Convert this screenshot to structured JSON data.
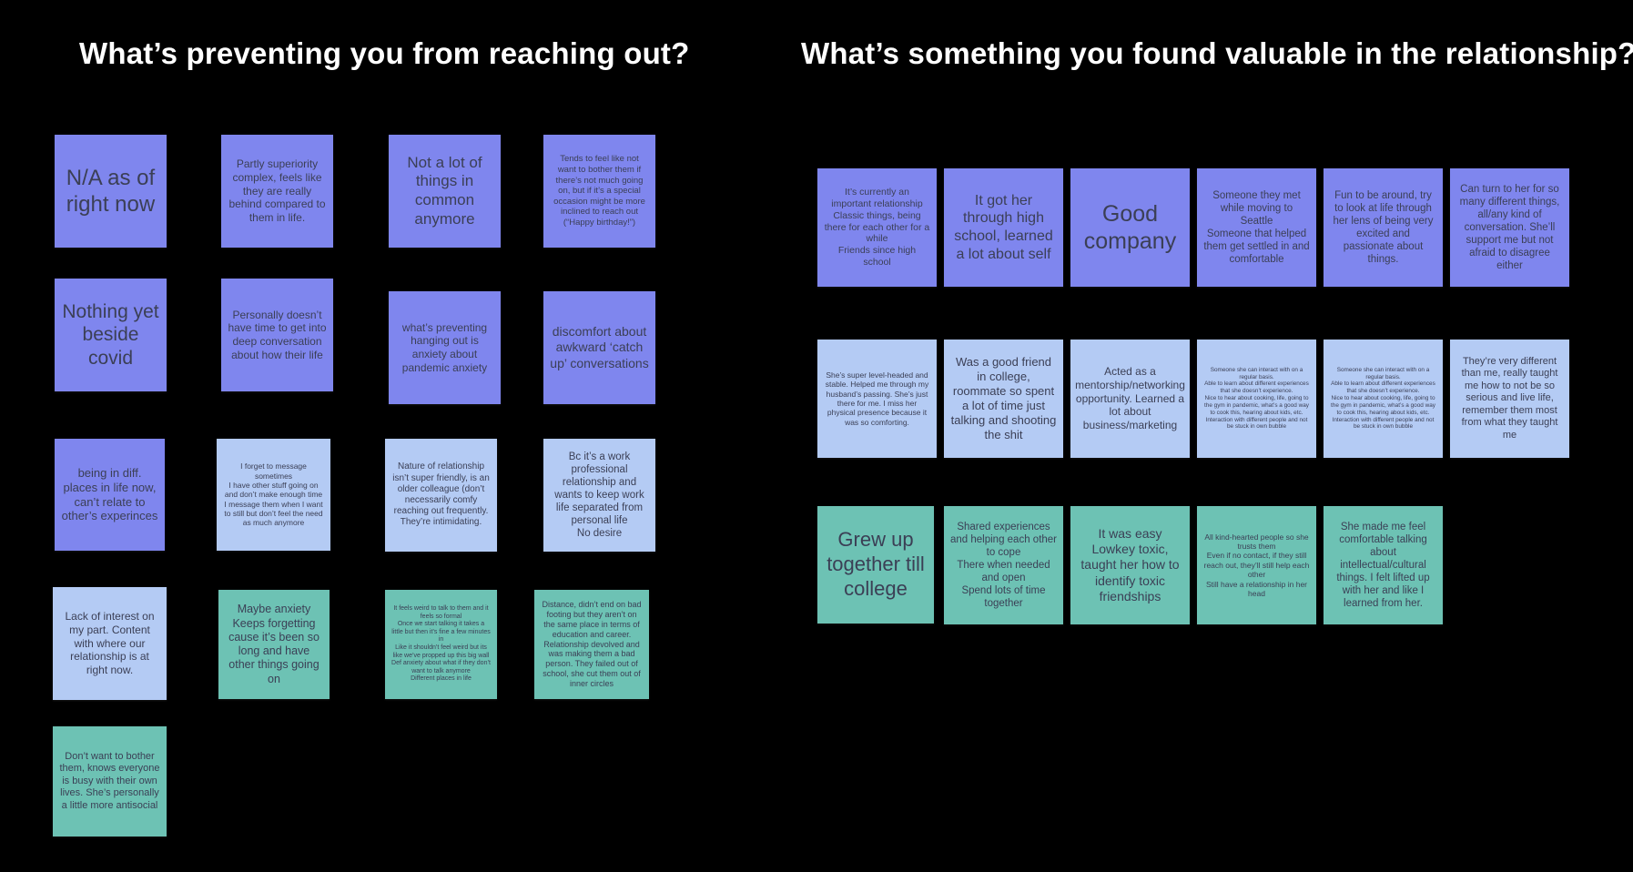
{
  "boards": [
    {
      "title": "What’s preventing you from reaching out?",
      "notes": [
        "N/A as of right now",
        "Partly superiority complex, feels like they are really behind compared to them in life.",
        "Not a lot of things in common anymore",
        "Tends to feel like not want to bother them if there’s not much going on, but if it’s a special occasion might be more inclined to reach out (“Happy birthday!”)",
        "Nothing yet beside covid",
        "Personally doesn’t have time to get into deep conversation about how their life",
        "what’s preventing hanging out is anxiety about pandemic anxiety",
        "discomfort about awkward ‘catch up’ conversations",
        "being in diff. places in life now, can’t relate to other’s experinces",
        "I forget to message sometimes\nI have other stuff going on and don’t make enough time\nI message them when I want to still but don’t feel the need as much anymore",
        "Nature of relationship isn’t super friendly, is an older colleague (don’t necessarily comfy reaching out frequently. They’re intimidating.",
        "Bc it’s a work professional relationship and wants to keep work life separated from personal life\nNo desire",
        "Lack of interest on my part. Content with where our relationship is at right now.",
        "Maybe anxiety\nKeeps forgetting cause it’s been so long and have other things going on",
        "It feels weird to talk to them and it feels so formal\nOnce we start talking it takes a little but then it’s fine a few minutes in\nLike it shouldn’t feel weird but its like we’ve propped up this big wall\nDef anxiety about what if they don’t want to talk anymore\nDifferent places in life",
        "Distance, didn’t end on bad footing but they aren’t on the same place in terms of education and career. Relationship devolved and was making them a bad person. They failed out of school, she cut them out of inner circles",
        "Don’t want to bother them, knows everyone is busy with their own lives. She’s personally a little more antisocial"
      ]
    },
    {
      "title": "What’s something you found valuable in the relationship?",
      "notes": [
        "It’s currently an important relationship\nClassic things, being there for each other for a while\nFriends since high school",
        "It got her through high school, learned a lot about self",
        "Good company",
        "Someone they met while moving to Seattle\nSomeone that helped them get settled in and comfortable",
        "Fun to be around, try to look at life through her lens of being very excited and passionate about things.",
        "Can turn to her for so many different things, all/any kind of conversation. She’ll support me but not afraid to disagree either",
        "She’s super level-headed and stable. Helped me through my husband’s passing. She’s just there for me. I miss her physical presence because it was so comforting.",
        "Was a good friend in college, roommate so spent a lot of time just talking and shooting the shit",
        "Acted as a mentorship/networking opportunity. Learned a lot about business/marketing",
        "Someone she can interact with on a regular basis.\nAble to learn about different experiences that she doesn’t experience.\nNice to hear about cooking, life, going to the gym in pandemic, what’s a good way to cook this, hearing about kids, etc.\nInteraction with different people and not be stuck in own bubble",
        "Someone she can interact with on a regular basis.\nAble to learn about different experiences that she doesn’t experience.\nNice to hear about cooking, life, going to the gym in pandemic, what’s a good way to cook this, hearing about kids, etc.\nInteraction with different people and not be stuck in own bubble",
        "They’re very different than me, really taught me how to not be so serious and live life, remember them most from what they taught me",
        "Grew up together till college",
        "Shared experiences and helping each other to cope\nThere when needed and open\nSpend lots of time together",
        "It was easy\nLowkey toxic, taught her how to identify toxic friendships",
        "All kind-hearted people so she trusts them\nEven if no contact, if they still reach out, they’ll still help each other\nStill have a relationship in her head",
        "She made me feel comfortable talking about intellectual/cultural things. I felt lifted up with her and like I learned from her."
      ]
    }
  ],
  "colors": {
    "background": "#000000",
    "title": "#ffffff",
    "purple": "#7f86ee",
    "light_blue": "#b4cbf4",
    "teal": "#6dc2b4",
    "note_text": "#3b3f55"
  }
}
